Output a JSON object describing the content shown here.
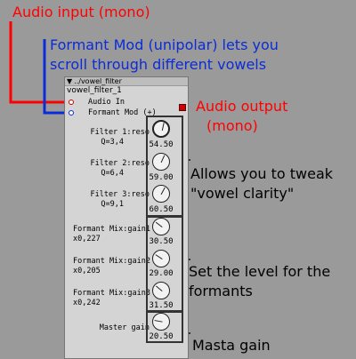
{
  "annotations": {
    "audio_input": "Audio input (mono)",
    "formant_mod_line1": "Formant Mod (unipolar) lets you",
    "formant_mod_line2": "scroll through different vowels",
    "audio_output_line1": "Audio output",
    "audio_output_line2": "(mono)",
    "vowel_clarity_line1": "Allows you to tweak",
    "vowel_clarity_line2": "\"vowel clarity\"",
    "formants_level_line1": "Set the level for the",
    "formants_level_line2": "formants",
    "masta_gain": "Masta gain"
  },
  "module": {
    "path": "../vowel_filter",
    "name": "vowel_filter_1",
    "inputs": [
      "Audio In",
      "Formant Mod (+)"
    ]
  },
  "filters": [
    {
      "label1": "Filter 1:reso",
      "label2": "Q=3,4",
      "value": "54.50",
      "level": 0.545
    },
    {
      "label1": "Filter 2:reso",
      "label2": "Q=6,4",
      "value": "59.00",
      "level": 0.59
    },
    {
      "label1": "Filter 3:reso",
      "label2": "Q=9,1",
      "value": "60.50",
      "level": 0.605
    }
  ],
  "mix": [
    {
      "label1": "Formant Mix:gain1",
      "label2": "x0,227",
      "value": "30.50",
      "level": 0.305
    },
    {
      "label1": "Formant Mix:gain2",
      "label2": "x0,205",
      "value": "29.00",
      "level": 0.29
    },
    {
      "label1": "Formant Mix:gain3",
      "label2": "x0,242",
      "value": "31.50",
      "level": 0.315
    }
  ],
  "master": {
    "label": "Master gain",
    "value": "20.50",
    "level": 0.205
  },
  "colors": {
    "input_wire": "#ff0000",
    "mod_wire": "#0b2cd6",
    "background": "#9a9a9a"
  }
}
